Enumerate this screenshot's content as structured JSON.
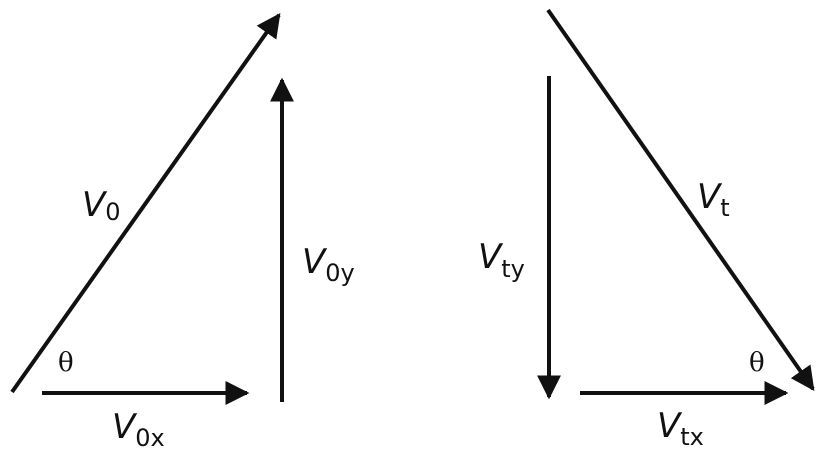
{
  "left_triangle": {
    "hyp_label_v": "V",
    "hyp_label_sub": "0",
    "vertical_label_v": "V",
    "vertical_label_sub": "0y",
    "horizontal_label_v": "V",
    "horizontal_label_sub": "0x",
    "angle_label": "θ"
  },
  "right_triangle": {
    "hyp_label_v": "V",
    "hyp_label_sub": "t",
    "vertical_label_v": "V",
    "vertical_label_sub": "ty",
    "horizontal_label_v": "V",
    "horizontal_label_sub": "tx",
    "angle_label": "θ"
  },
  "colors": {
    "stroke": "#111111",
    "background": "#ffffff"
  }
}
